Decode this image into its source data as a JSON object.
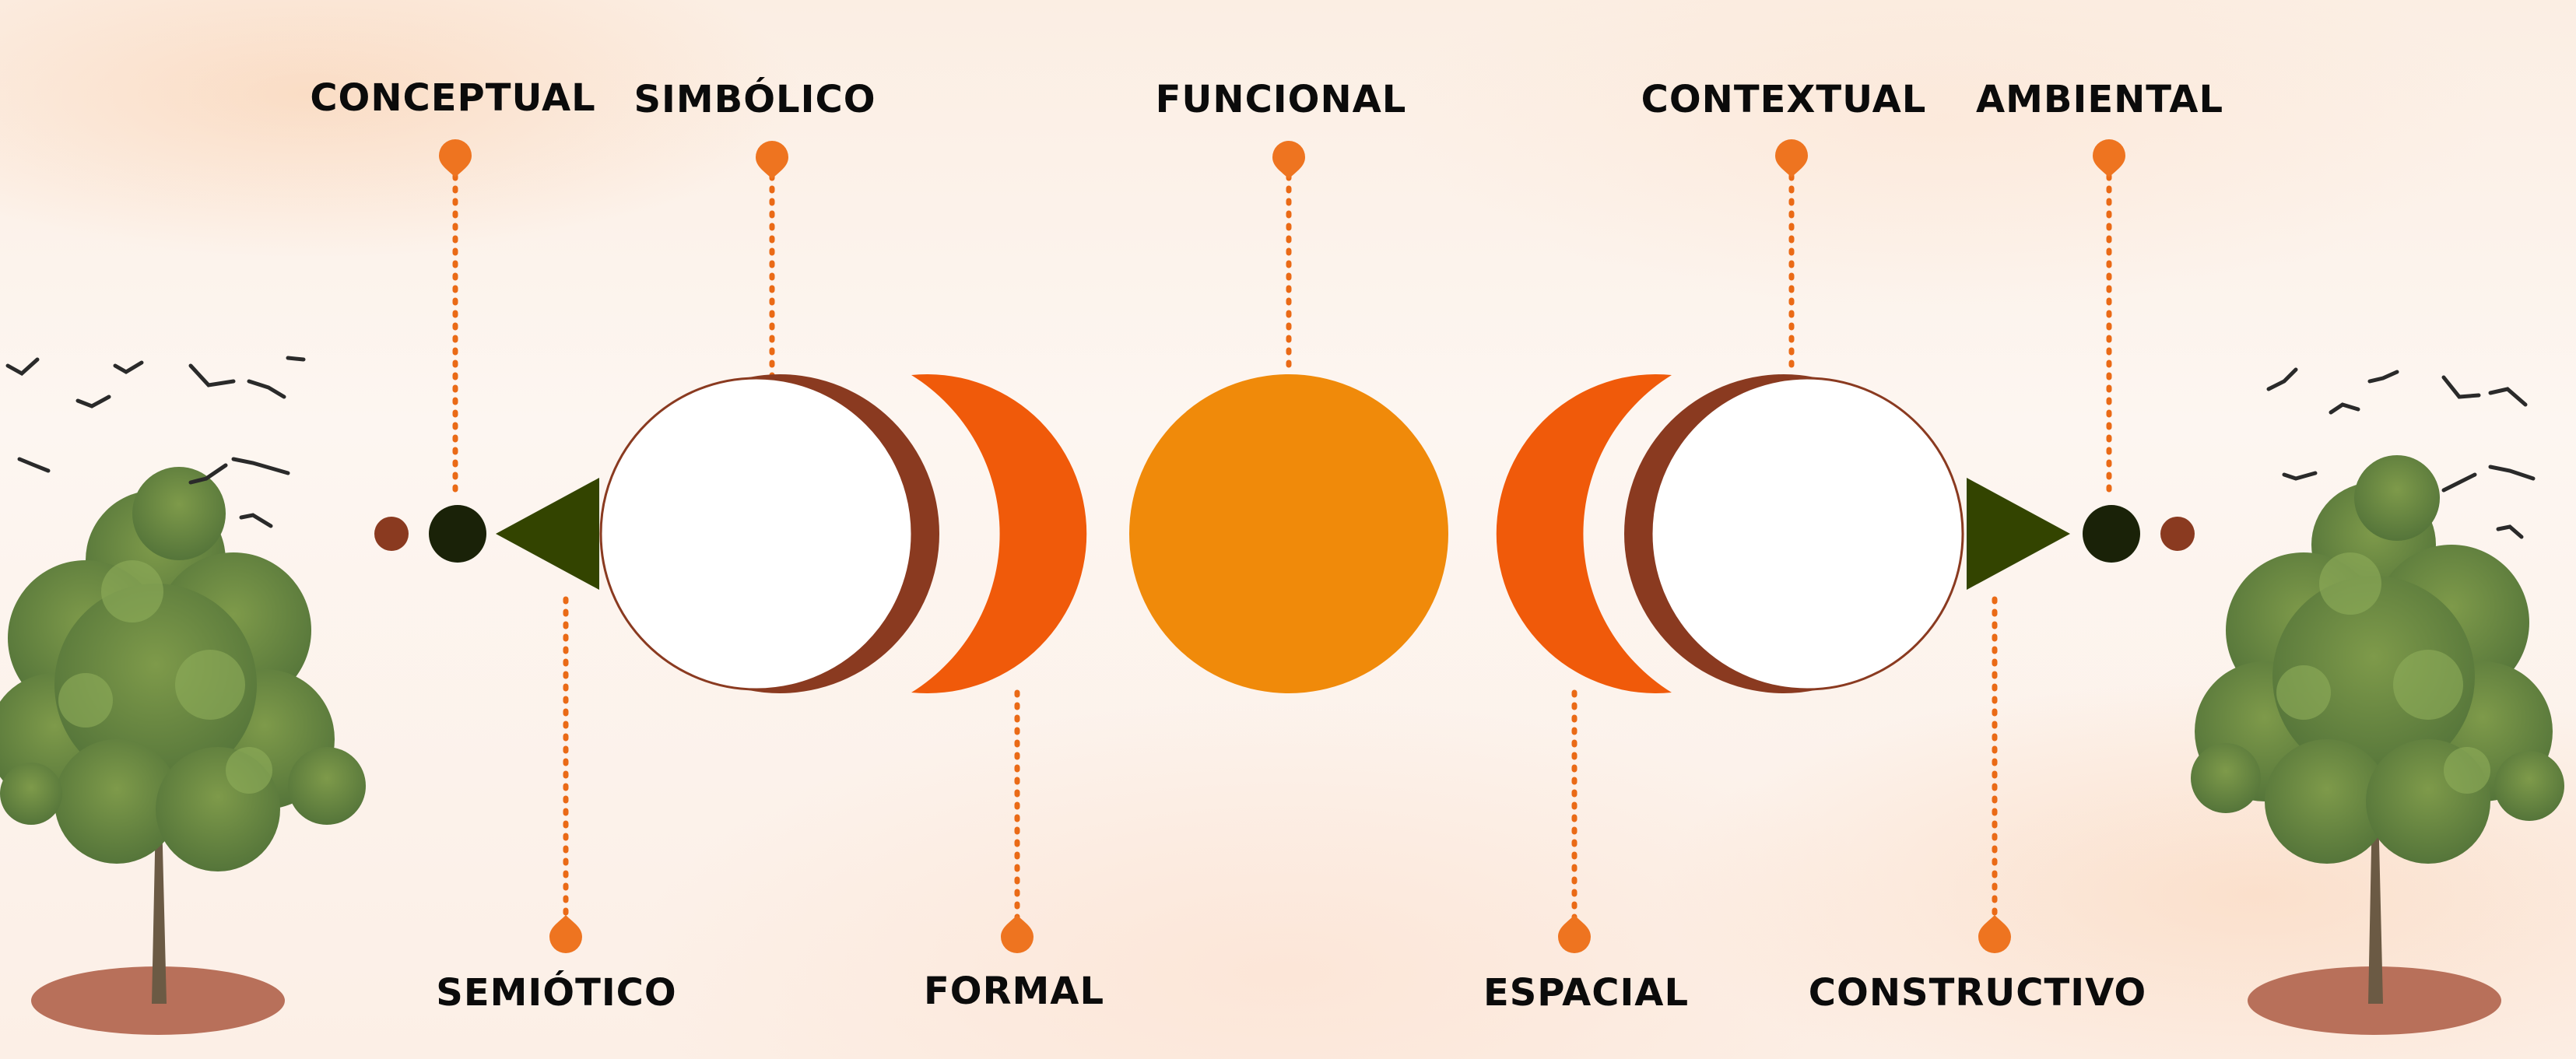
{
  "labels": {
    "conceptual": "CONCEPTUAL",
    "simbolico": "SIMBÓLICO",
    "funcional": "FUNCIONAL",
    "contextual": "CONTEXTUAL",
    "ambiental": "AMBIENTAL",
    "semiotico": "SEMIÓTICO",
    "formal": "FORMAL",
    "espacial": "ESPACIAL",
    "constructivo": "CONSTRUCTIVO"
  },
  "colors": {
    "brown": "#8a3a20",
    "dark_orange": "#f05a0a",
    "orange": "#f08a0a",
    "olive": "#334400",
    "pin": "#ee7420",
    "tree_base": "#b8705a"
  }
}
